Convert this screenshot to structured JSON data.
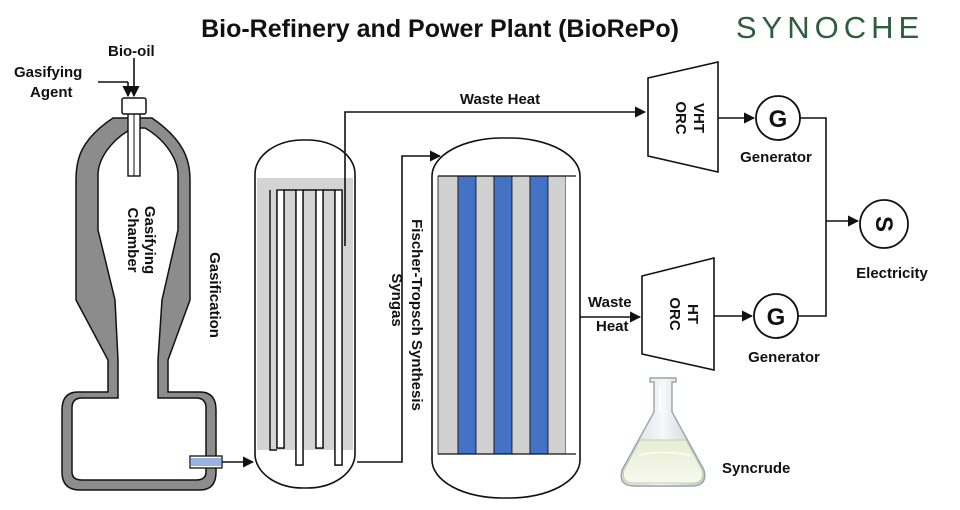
{
  "title": "Bio-Refinery and Power Plant (BioRePo)",
  "brand": "SYNOCHE",
  "labels": {
    "bio_oil": "Bio-oil",
    "gasifying_agent_1": "Gasifying",
    "gasifying_agent_2": "Agent",
    "gasifying_chamber_1": "Gasifying",
    "gasifying_chamber_2": "Chamber",
    "gasification": "Gasification",
    "syngas": "Syngas",
    "fischer_tropsch": "Fischer-Tropsch Synthesis",
    "waste_heat_top": "Waste Heat",
    "waste_heat_mid_1": "Waste",
    "waste_heat_mid_2": "Heat",
    "vht_orc_1": "VHT",
    "vht_orc_2": "ORC",
    "ht_orc_1": "HT",
    "ht_orc_2": "ORC",
    "generator_top": "Generator",
    "generator_bottom": "Generator",
    "generator_symbol_top": "G",
    "generator_symbol_bottom": "G",
    "electricity_symbol": "S",
    "electricity": "Electricity",
    "syncrude": "Syncrude"
  },
  "colors": {
    "vessel_gray": "#8c8c8c",
    "fill_light_gray": "#d4d4d4",
    "tube_blue": "#4472c4",
    "tube_gray": "#d0d0d0",
    "brand_green": "#2f5e3e"
  },
  "icons": {
    "flask": "erlenmeyer-flask-icon",
    "generator": "generator-circle-icon",
    "electricity": "sum-circle-icon",
    "turbine": "turbine-trapezoid-icon"
  }
}
